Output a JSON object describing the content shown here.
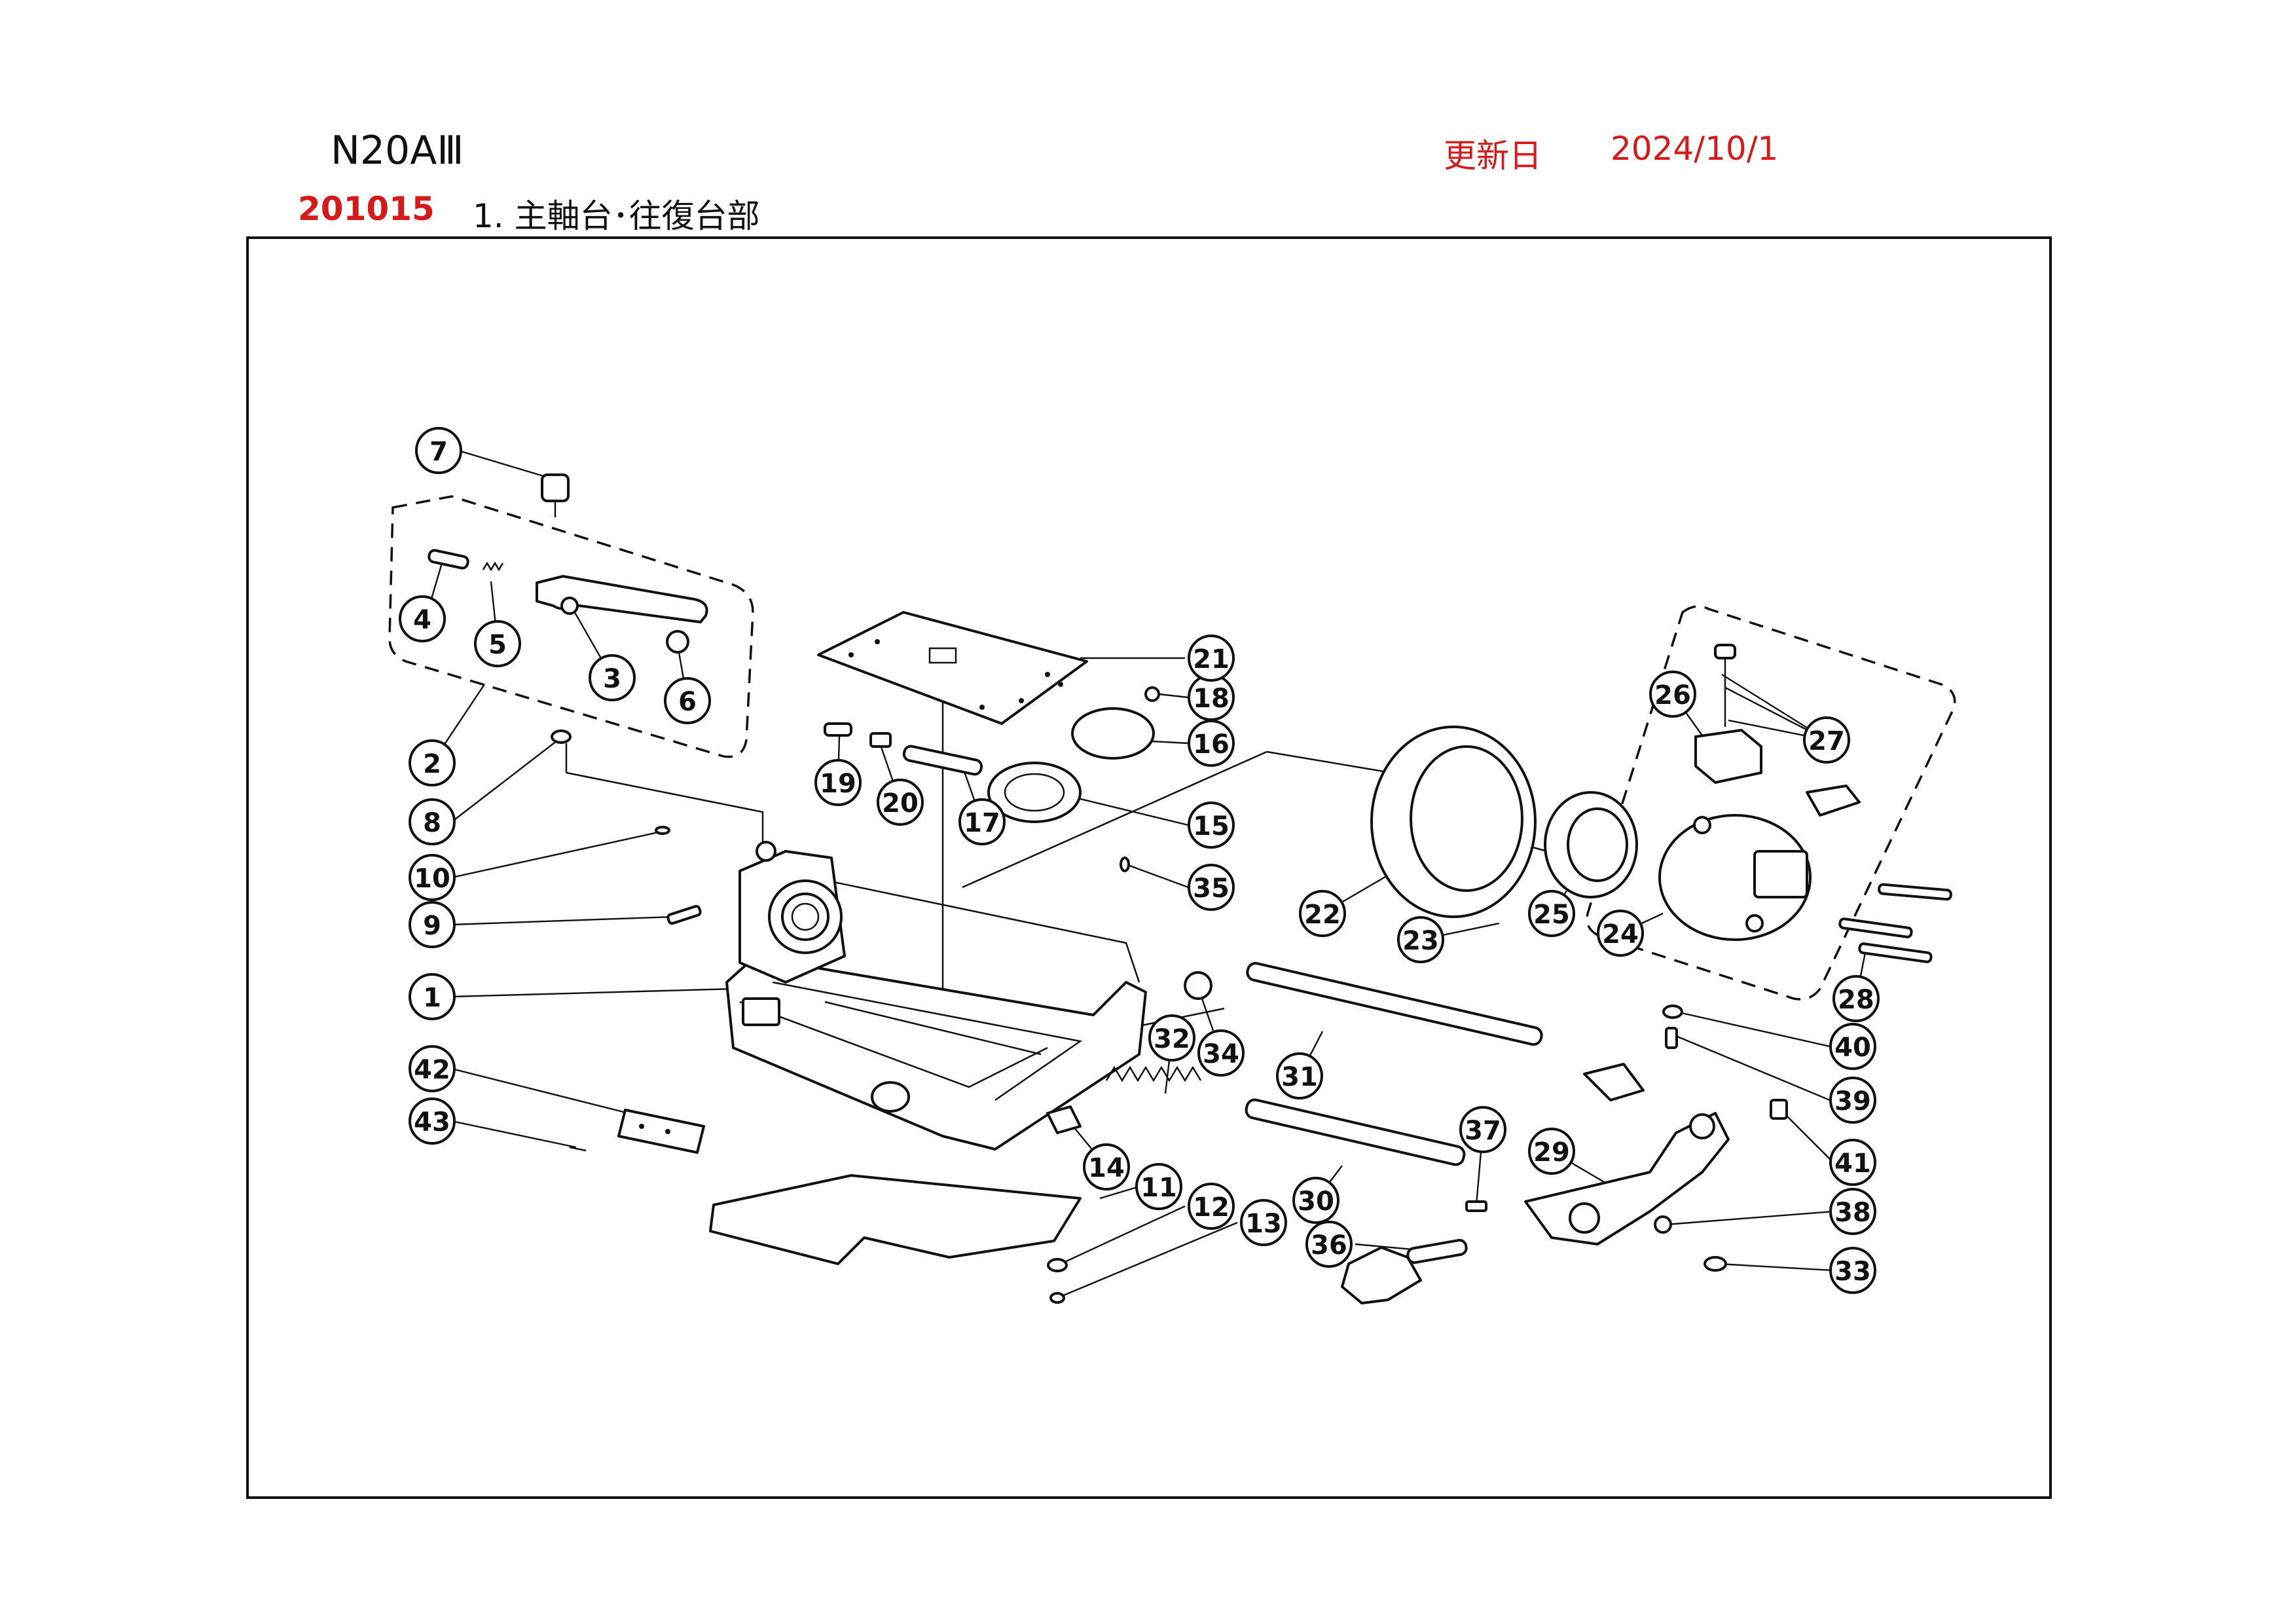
{
  "header": {
    "model": "N20AⅢ",
    "update_label": "更新日",
    "update_date": "2024/10/1",
    "doc_code": "201015",
    "section_title": "1. 主軸台･往復台部"
  },
  "colors": {
    "accent_red": "#d61a1a",
    "ink": "#111111"
  },
  "callouts": [
    "1",
    "2",
    "3",
    "4",
    "5",
    "6",
    "7",
    "8",
    "9",
    "10",
    "11",
    "12",
    "13",
    "14",
    "15",
    "16",
    "17",
    "18",
    "19",
    "20",
    "21",
    "22",
    "23",
    "24",
    "25",
    "26",
    "27",
    "28",
    "29",
    "30",
    "31",
    "32",
    "33",
    "34",
    "35",
    "36",
    "37",
    "38",
    "39",
    "40",
    "41",
    "42",
    "43"
  ]
}
